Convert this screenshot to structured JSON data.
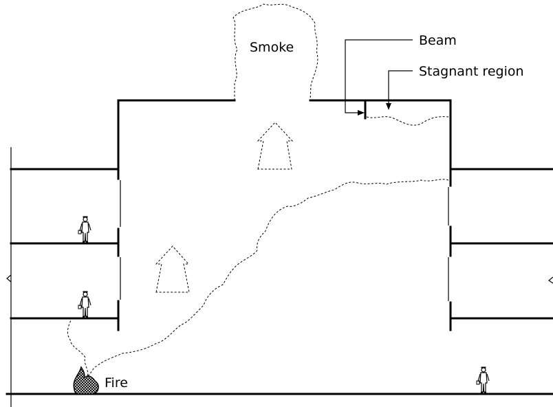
{
  "labels": {
    "smoke": "Smoke",
    "beam": "Beam",
    "stagnant_region": "Stagnant region",
    "fire": "Fire"
  },
  "icons": {
    "person": "person-icon",
    "fire": "fire-icon",
    "arrow": "upward-flow-arrow-icon"
  },
  "colors": {
    "line": "#000000",
    "background": "#ffffff"
  }
}
